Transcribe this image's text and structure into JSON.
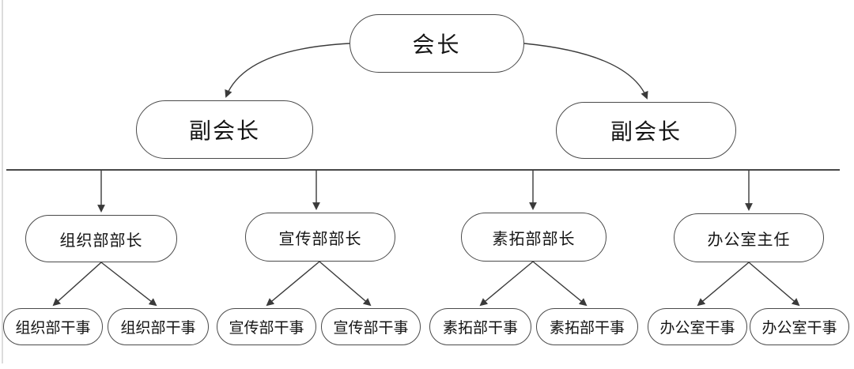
{
  "page": {
    "background": "#ffffff",
    "page_edge_color": "#dcdcdc"
  },
  "colors": {
    "node_border": "#4a4a4a",
    "connector_line": "#3a3a3a",
    "text": "#141414"
  },
  "org_chart": {
    "type": "organization-chart",
    "root": {
      "label": "会长"
    },
    "vice_presidents": [
      {
        "label": "副会长"
      },
      {
        "label": "副会长"
      }
    ],
    "departments": [
      {
        "head": "组织部部长",
        "staff": [
          "组织部干事",
          "组织部干事"
        ]
      },
      {
        "head": "宣传部部长",
        "staff": [
          "宣传部干事",
          "宣传部干事"
        ]
      },
      {
        "head": "素拓部部长",
        "staff": [
          "素拓部干事",
          "素拓部干事"
        ]
      },
      {
        "head": "办公室主任",
        "staff": [
          "办公室干事",
          "办公室干事"
        ]
      }
    ]
  }
}
